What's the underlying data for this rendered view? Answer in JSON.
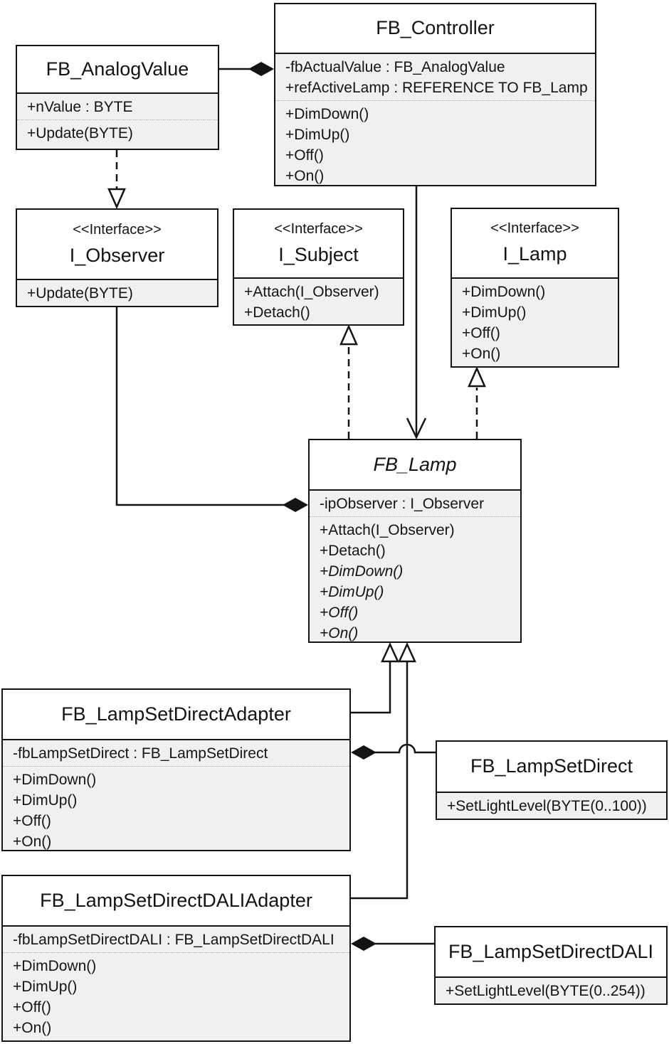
{
  "classes": {
    "fb_analog_value": {
      "name": "FB_AnalogValue",
      "attributes": [
        "+nValue : BYTE"
      ],
      "methods": [
        "+Update(BYTE)"
      ]
    },
    "fb_controller": {
      "name": "FB_Controller",
      "attributes": [
        "-fbActualValue : FB_AnalogValue",
        "+refActiveLamp : REFERENCE TO FB_Lamp"
      ],
      "methods": [
        "+DimDown()",
        "+DimUp()",
        "+Off()",
        "+On()"
      ]
    },
    "i_observer": {
      "stereotype": "<<Interface>>",
      "name": "I_Observer",
      "methods": [
        "+Update(BYTE)"
      ]
    },
    "i_subject": {
      "stereotype": "<<Interface>>",
      "name": "I_Subject",
      "methods": [
        "+Attach(I_Observer)",
        "+Detach()"
      ]
    },
    "i_lamp": {
      "stereotype": "<<Interface>>",
      "name": "I_Lamp",
      "methods": [
        "+DimDown()",
        "+DimUp()",
        "+Off()",
        "+On()"
      ]
    },
    "fb_lamp": {
      "name": "FB_Lamp",
      "attributes": [
        "-ipObserver : I_Observer"
      ],
      "methods": [
        "+Attach(I_Observer)",
        "+Detach()",
        "+DimDown()",
        "+DimUp()",
        "+Off()",
        "+On()"
      ]
    },
    "fb_lamp_set_direct_adapter": {
      "name": "FB_LampSetDirectAdapter",
      "attributes": [
        "-fbLampSetDirect : FB_LampSetDirect"
      ],
      "methods": [
        "+DimDown()",
        "+DimUp()",
        "+Off()",
        "+On()"
      ]
    },
    "fb_lamp_set_direct": {
      "name": "FB_LampSetDirect",
      "methods": [
        "+SetLightLevel(BYTE(0..100))"
      ]
    },
    "fb_lamp_set_direct_dali_adapter": {
      "name": "FB_LampSetDirectDALIAdapter",
      "attributes": [
        "-fbLampSetDirectDALI : FB_LampSetDirectDALI"
      ],
      "methods": [
        "+DimDown()",
        "+DimUp()",
        "+Off()",
        "+On()"
      ]
    },
    "fb_lamp_set_direct_dali": {
      "name": "FB_LampSetDirectDALI",
      "methods": [
        "+SetLightLevel(BYTE(0..254))"
      ]
    }
  },
  "relationships": [
    {
      "type": "composition",
      "owner": "FB_Controller",
      "part": "FB_AnalogValue"
    },
    {
      "type": "realization",
      "from": "FB_AnalogValue",
      "to": "I_Observer"
    },
    {
      "type": "composition",
      "owner": "FB_Lamp",
      "part": "I_Observer"
    },
    {
      "type": "realization",
      "from": "FB_Lamp",
      "to": "I_Subject"
    },
    {
      "type": "realization",
      "from": "FB_Lamp",
      "to": "I_Lamp"
    },
    {
      "type": "directed-association",
      "from": "FB_Controller",
      "to": "FB_Lamp"
    },
    {
      "type": "generalization",
      "child": "FB_LampSetDirectAdapter",
      "parent": "FB_Lamp"
    },
    {
      "type": "generalization",
      "child": "FB_LampSetDirectDALIAdapter",
      "parent": "FB_Lamp"
    },
    {
      "type": "composition",
      "owner": "FB_LampSetDirectAdapter",
      "part": "FB_LampSetDirect"
    },
    {
      "type": "composition",
      "owner": "FB_LampSetDirectDALIAdapter",
      "part": "FB_LampSetDirectDALI"
    }
  ],
  "colors": {
    "box_fill": "#ffffff",
    "section_fill": "#f0f0f0",
    "line": "#141414"
  }
}
